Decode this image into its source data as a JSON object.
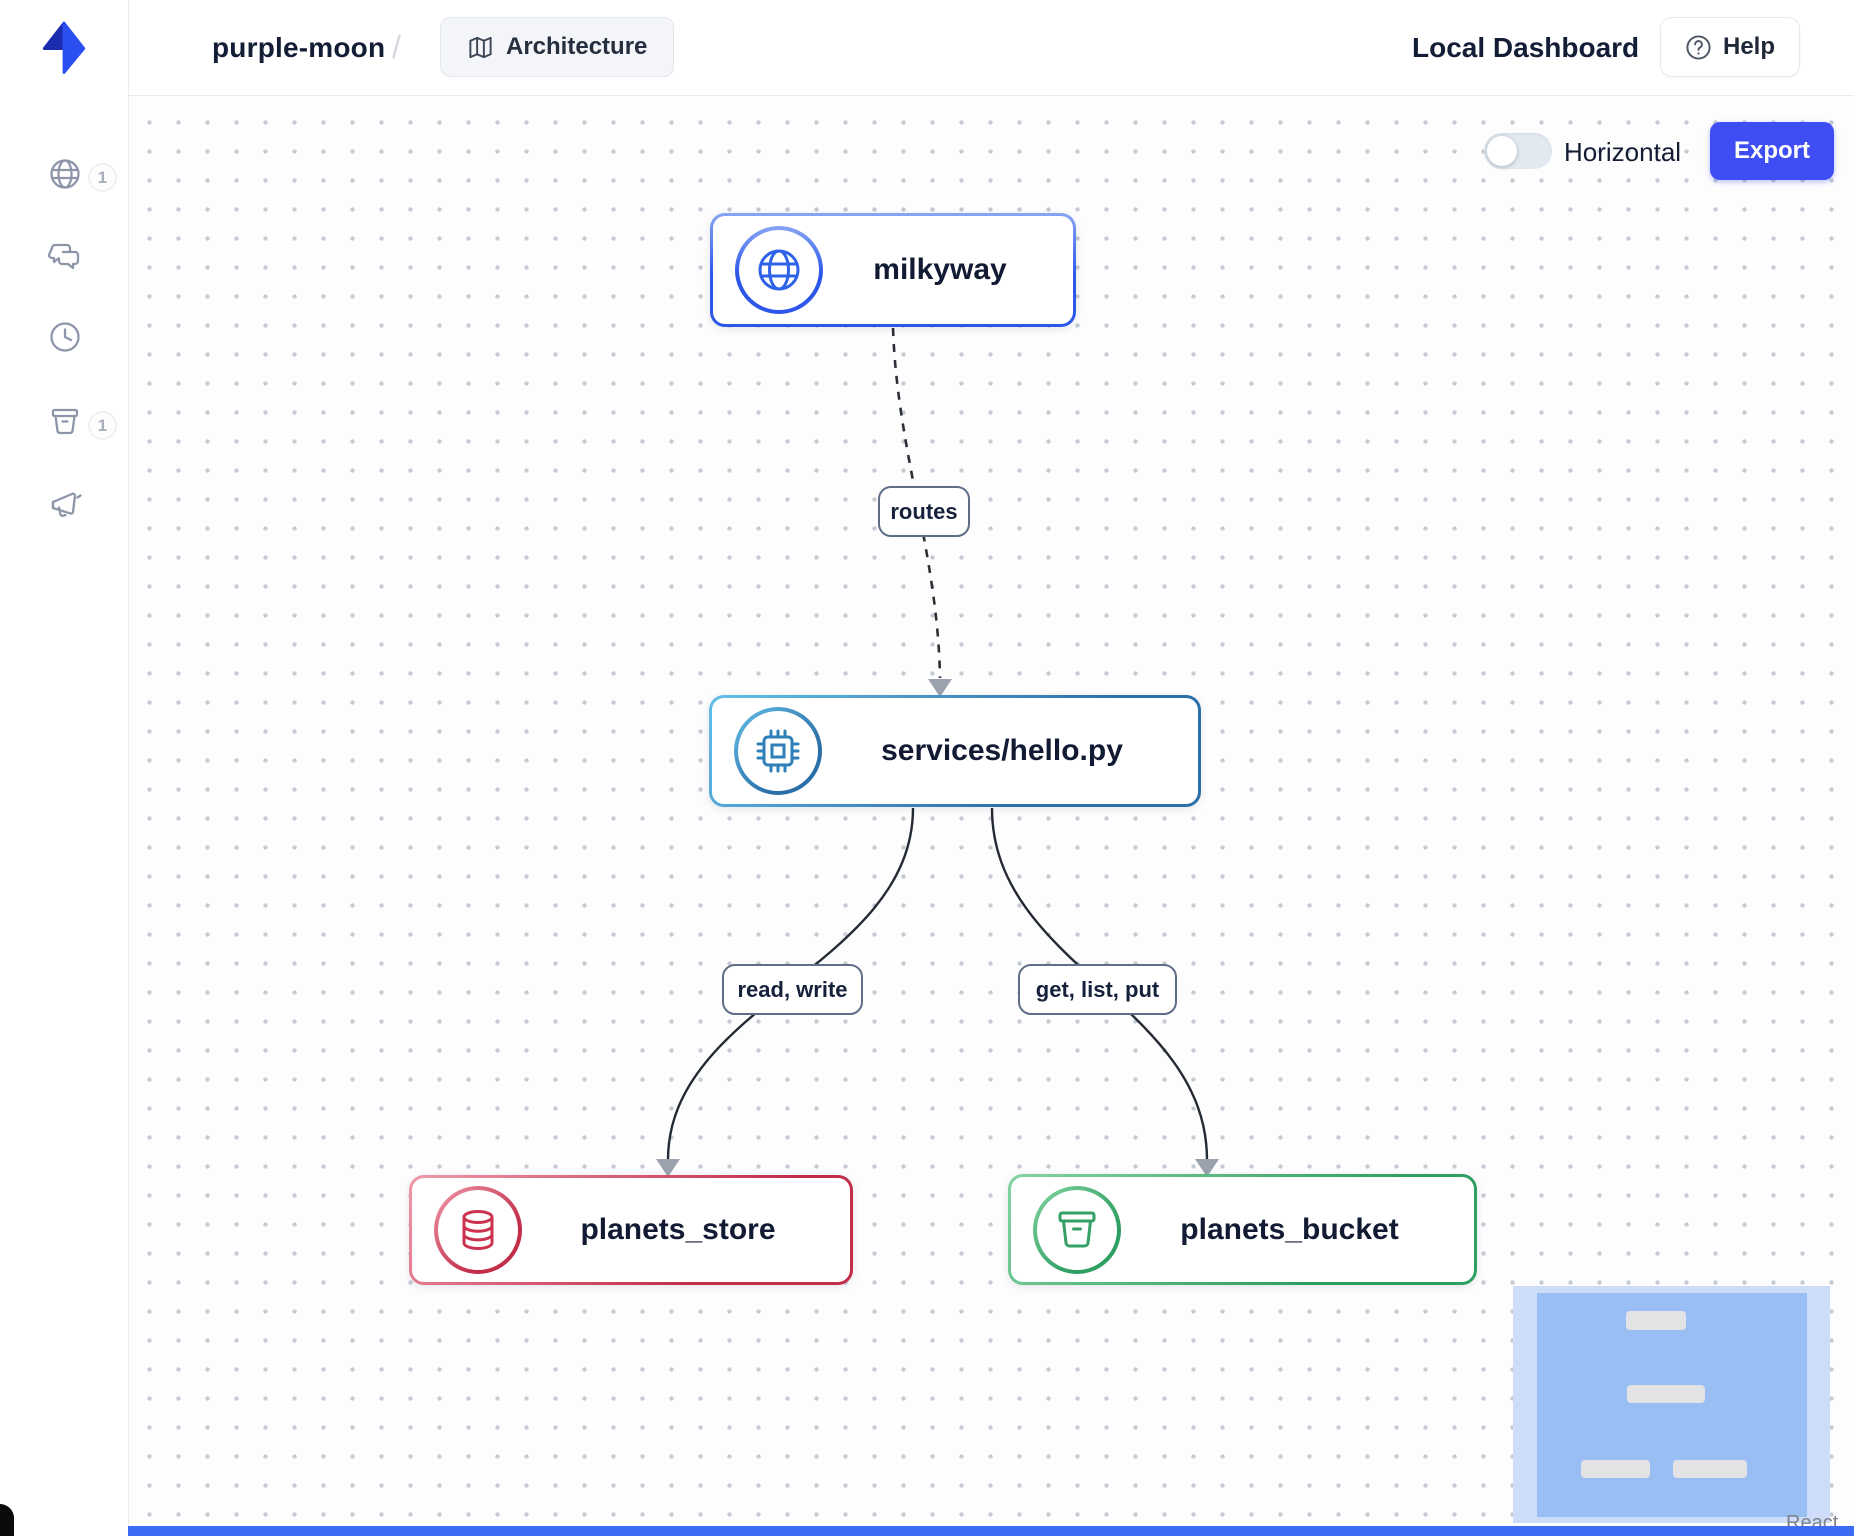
{
  "header": {
    "project_name": "purple-moon",
    "breadcrumb_separator": "/",
    "architecture_tab": "Architecture",
    "environment_label": "Local Dashboard",
    "help_label": "Help"
  },
  "sidebar": {
    "items": [
      {
        "name": "gateway",
        "icon": "globe-icon",
        "badge": "1"
      },
      {
        "name": "chat",
        "icon": "chat-icon",
        "badge": ""
      },
      {
        "name": "history",
        "icon": "clock-icon",
        "badge": ""
      },
      {
        "name": "storage",
        "icon": "bucket-icon",
        "badge": "1"
      },
      {
        "name": "announcements",
        "icon": "megaphone-icon",
        "badge": ""
      }
    ]
  },
  "controls": {
    "orientation_label": "Horizontal",
    "orientation_state": "off",
    "export_label": "Export",
    "attribution": "React Flow"
  },
  "diagram": {
    "nodes": [
      {
        "id": "milkyway",
        "label": "milkyway",
        "kind": "gateway",
        "icon": "globe-icon",
        "accent": "#2d57e9"
      },
      {
        "id": "services-hello",
        "label": "services/hello.py",
        "kind": "service",
        "icon": "cpu-icon",
        "accent": "#2a6fa8"
      },
      {
        "id": "planets-store",
        "label": "planets_store",
        "kind": "database",
        "icon": "database-icon",
        "accent": "#c22d4a"
      },
      {
        "id": "planets-bucket",
        "label": "planets_bucket",
        "kind": "bucket",
        "icon": "bucket-icon",
        "accent": "#2f9e63"
      }
    ],
    "edges": [
      {
        "from": "milkyway",
        "to": "services-hello",
        "label": "routes",
        "style": "dashed"
      },
      {
        "from": "services-hello",
        "to": "planets-store",
        "label": "read, write",
        "style": "solid"
      },
      {
        "from": "services-hello",
        "to": "planets-bucket",
        "label": "get, list, put",
        "style": "solid"
      }
    ]
  }
}
